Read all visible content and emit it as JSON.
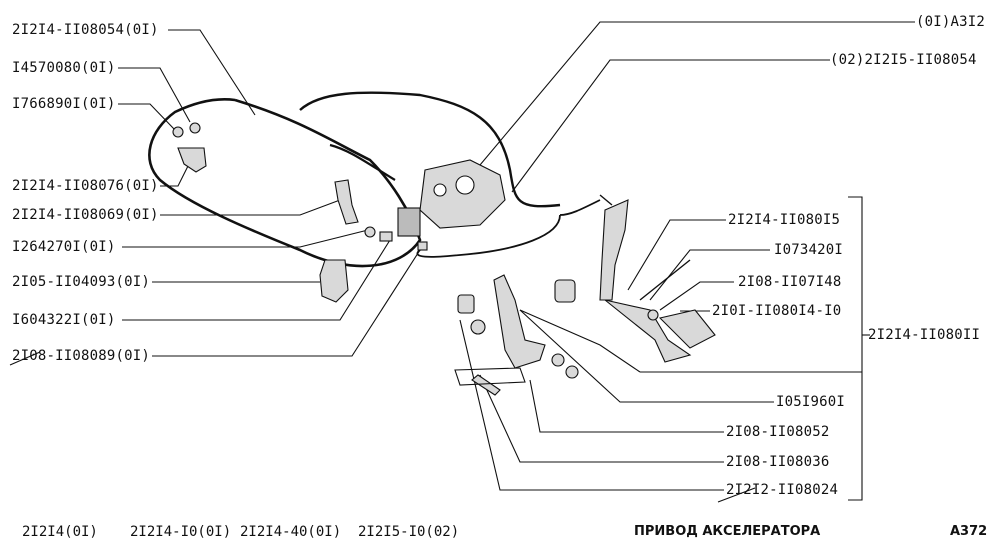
{
  "labels_left": [
    "2I2I4-II08054(0I)",
    "I4570080(0I)",
    "I766890I(0I)",
    "2I2I4-II08076(0I)",
    "2I2I4-II08069(0I)",
    "I264270I(0I)",
    "2I05-II04093(0I)",
    "I604322I(0I)",
    "2I08-II08089(0I)"
  ],
  "labels_right": [
    "(0I)A3I2",
    "(02)2I2I5-II08054",
    "2I2I4-II080I5",
    "I073420I",
    "2I08-II07I48",
    "2I0I-II080I4-I0",
    "2I2I4-II080II",
    "I05I960I",
    "2I08-II08052",
    "2I08-II08036",
    "2I2I2-II08024"
  ],
  "footer": {
    "models": [
      "2I2I4(0I)",
      "2I2I4-I0(0I)",
      "2I2I4-40(0I)",
      "2I2I5-I0(02)"
    ],
    "title": "ПРИВОД АКСЕЛЕРАТОРА",
    "page_code": "A372"
  },
  "colors": {
    "ink": "#111111",
    "background": "#ffffff",
    "part_fill": "#d9d9d9"
  }
}
